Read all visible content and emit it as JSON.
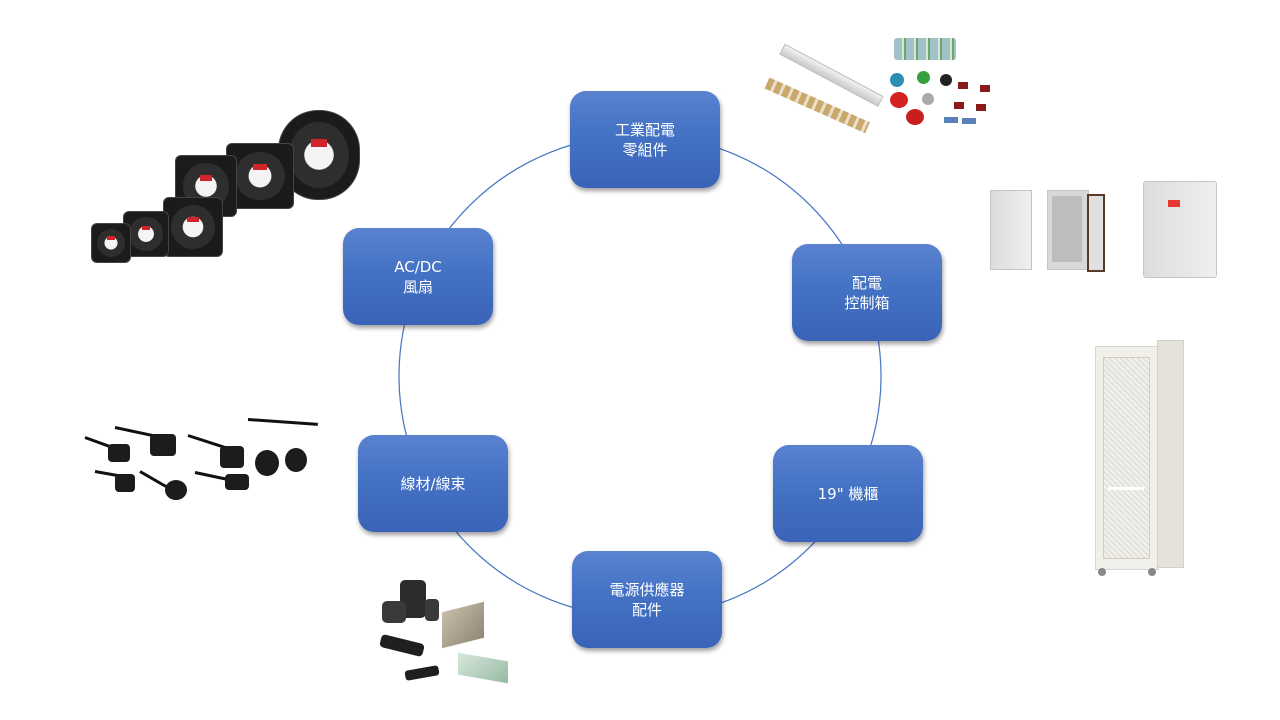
{
  "diagram": {
    "type": "cycle",
    "ring_color": "#4472c4",
    "node_color": "#4472c4",
    "nodes": [
      {
        "id": "industrial-components",
        "lines": [
          "工業配電",
          "零組件"
        ]
      },
      {
        "id": "distribution-box",
        "lines": [
          "配電",
          "控制箱"
        ]
      },
      {
        "id": "rack-cabinet",
        "lines": [
          "19\" 機櫃"
        ]
      },
      {
        "id": "psu-accessories",
        "lines": [
          "電源供應器",
          "配件"
        ]
      },
      {
        "id": "cables",
        "lines": [
          "線材/線束"
        ]
      },
      {
        "id": "fans",
        "lines": [
          "AC/DC",
          "風扇"
        ]
      }
    ],
    "images": [
      {
        "id": "industrial-components-photo",
        "icon": "terminal-blocks-and-switches"
      },
      {
        "id": "distribution-box-photo",
        "icon": "enclosures"
      },
      {
        "id": "rack-cabinet-photo",
        "icon": "server-rack"
      },
      {
        "id": "psu-accessories-photo",
        "icon": "ferrite-and-din-clips"
      },
      {
        "id": "cables-photo",
        "icon": "power-cords"
      },
      {
        "id": "fans-photo",
        "icon": "cooling-fans"
      }
    ]
  }
}
